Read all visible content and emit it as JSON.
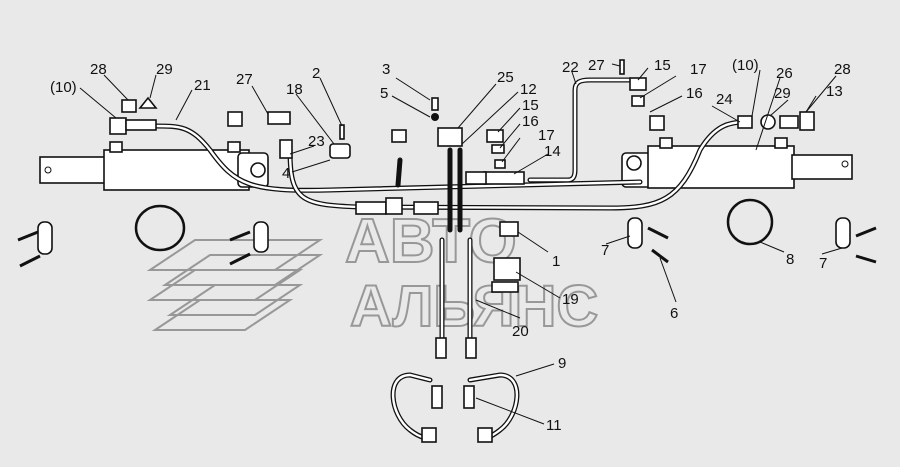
{
  "watermark": {
    "line1": "АВТО",
    "line2": "АЛЬЯНС"
  },
  "callouts": {
    "c10_left": "(10)",
    "c28_left": "28",
    "c29_left": "29",
    "c21": "21",
    "c27_left": "27",
    "c2": "2",
    "c18": "18",
    "c23": "23",
    "c4": "4",
    "c3": "3",
    "c5": "5",
    "c25": "25",
    "c12": "12",
    "c15_mid": "15",
    "c16_mid": "16",
    "c17_mid": "17",
    "c14": "14",
    "c22": "22",
    "c27_right": "27",
    "c15_right": "15",
    "c17_right": "17",
    "c16_right": "16",
    "c10_right": "(10)",
    "c26": "26",
    "c28_right": "28",
    "c24": "24",
    "c29_right": "29",
    "c13": "13",
    "c1": "1",
    "c19": "19",
    "c20": "20",
    "c7_left": "7",
    "c7_right": "7",
    "c6": "6",
    "c8": "8",
    "c9": "9",
    "c11": "11"
  },
  "colors": {
    "background": "#e9e9e9",
    "line": "#111111",
    "watermark": "#8a8a8a"
  }
}
